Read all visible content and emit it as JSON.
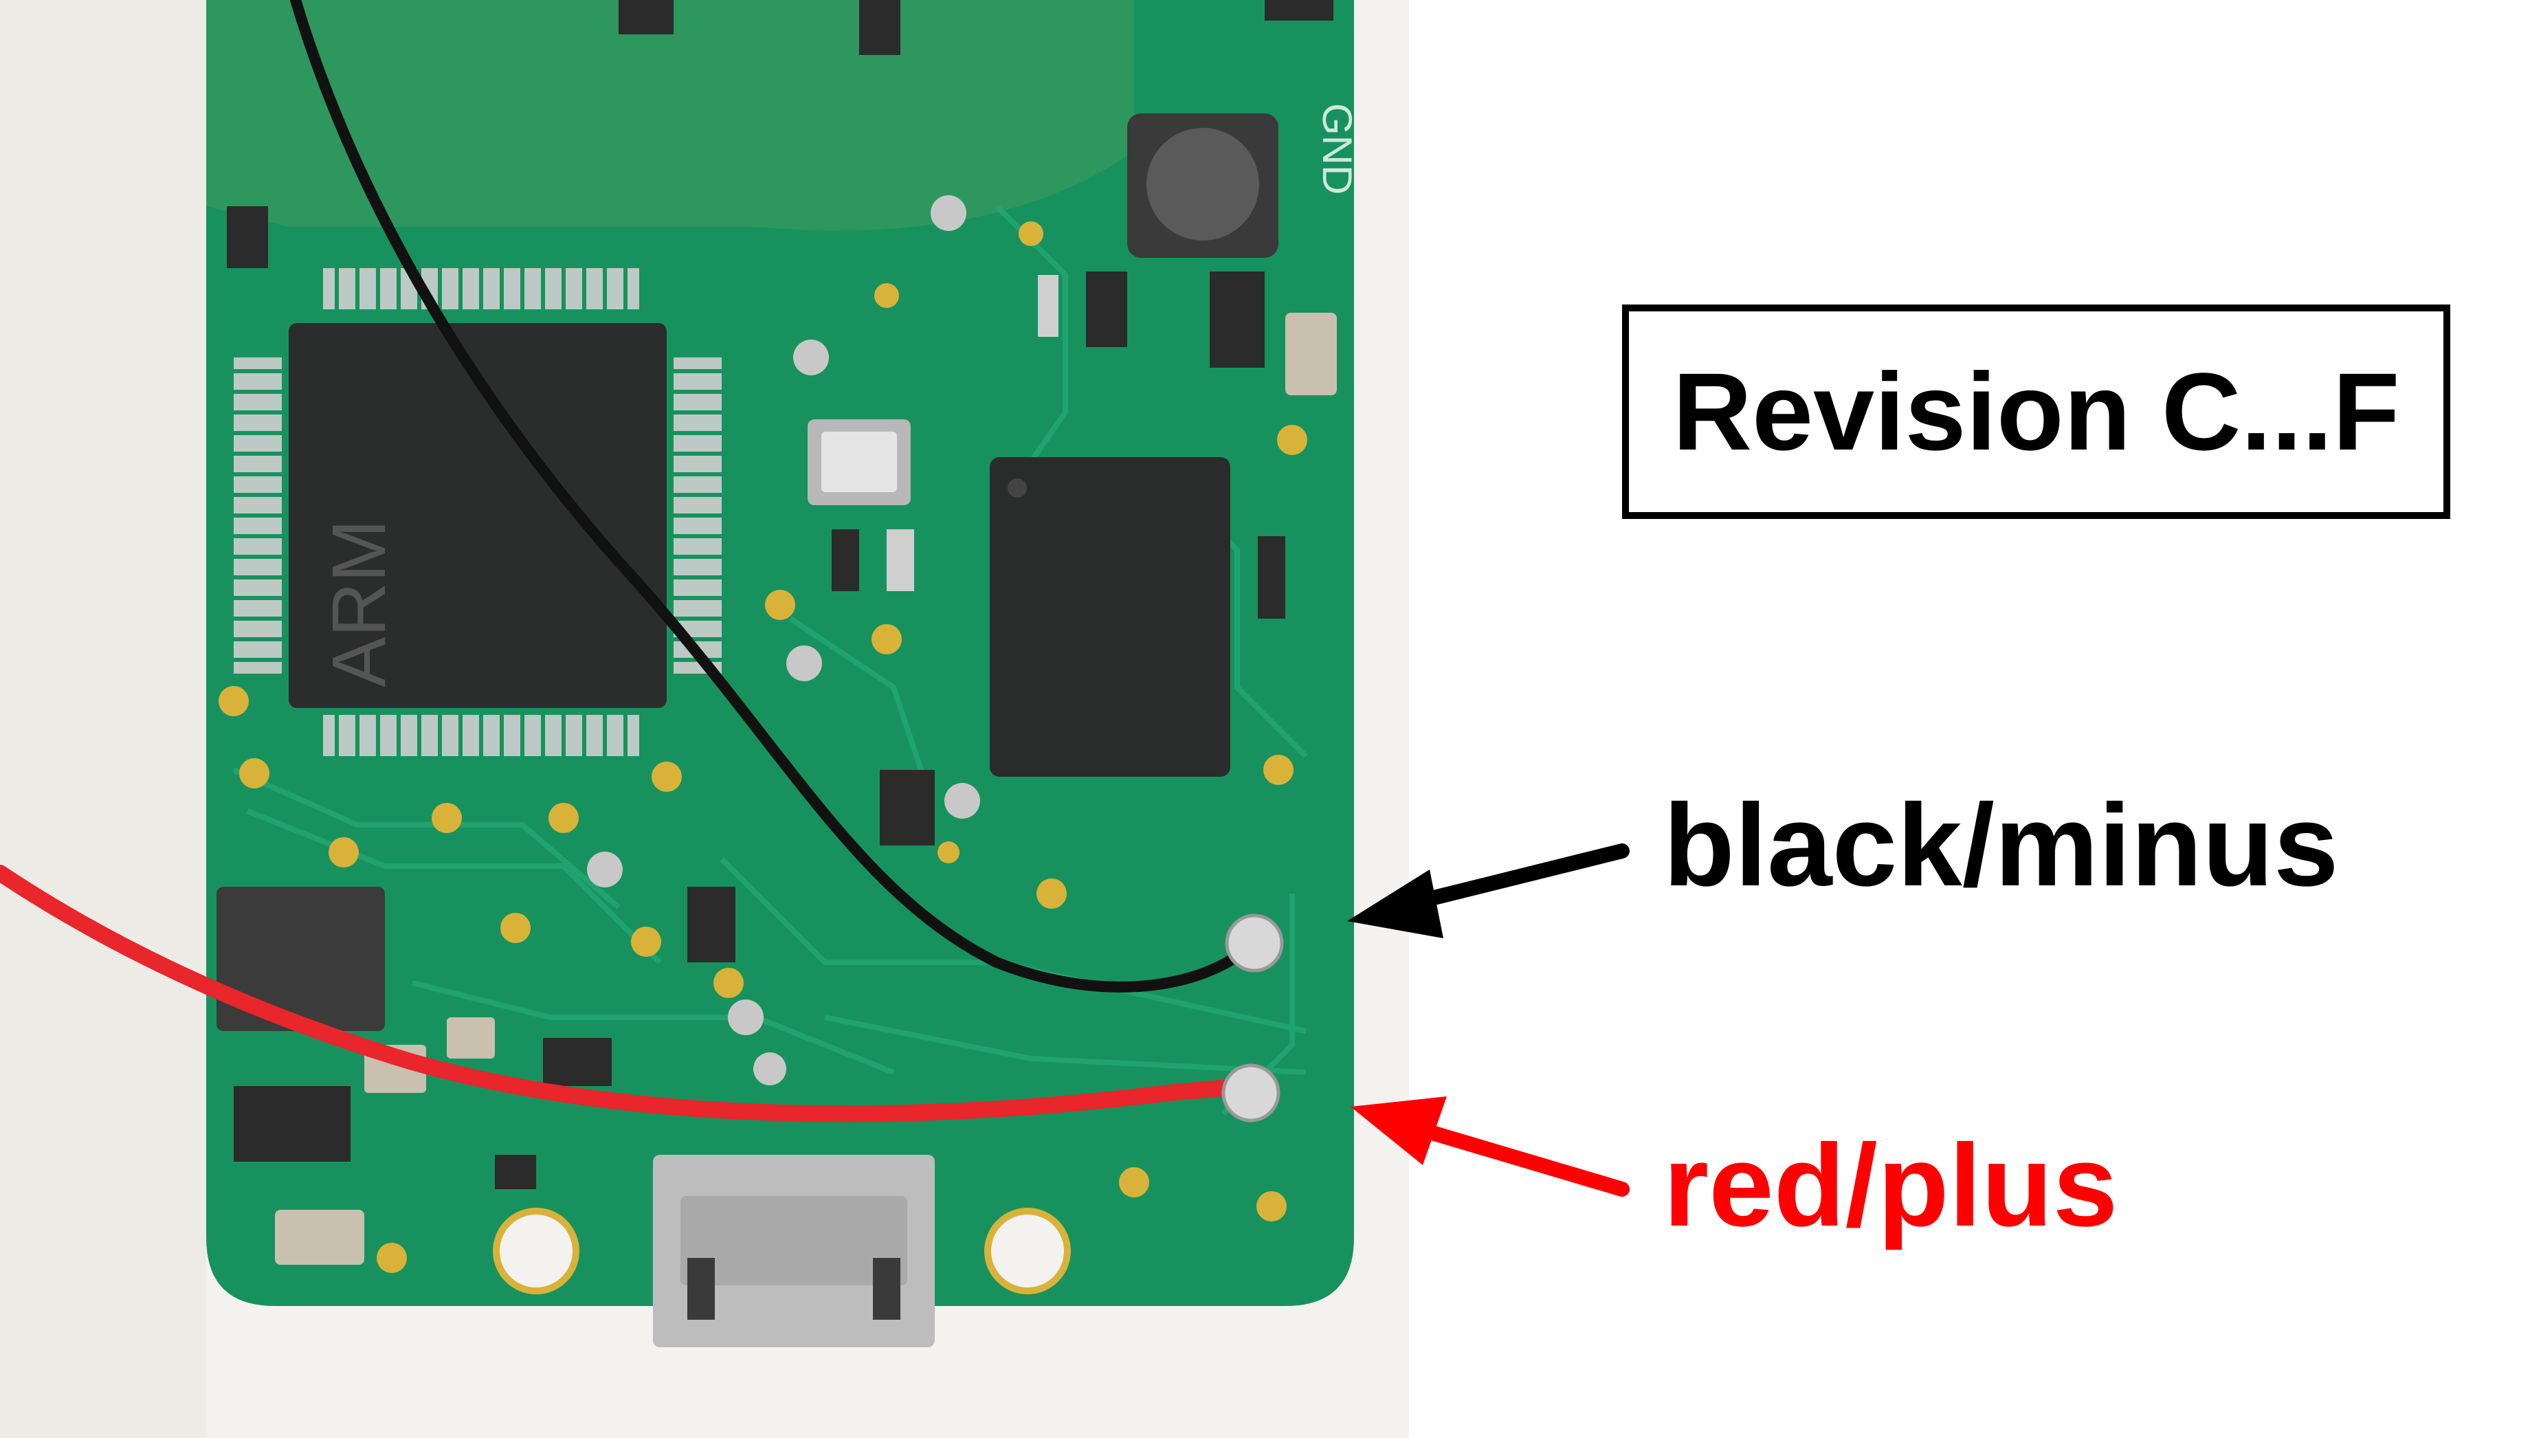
{
  "image": {
    "content": "pcb-photo",
    "board_color": "#17925e",
    "trace_color": "#1fa26b",
    "pad_color": "#d9b23a",
    "chip_color": "#2b2b2b",
    "wire_black": "#111111",
    "wire_red": "#e8262b"
  },
  "silkscreen": {
    "gnd": "GND",
    "arm": "ARM"
  },
  "labels": {
    "revision": "Revision C...F",
    "black_wire": "black/minus",
    "red_wire": "red/plus",
    "black_color": "#000000",
    "red_color": "#ff0000"
  },
  "icons": {
    "black_arrow": "arrow-left-icon",
    "red_arrow": "arrow-left-icon"
  }
}
